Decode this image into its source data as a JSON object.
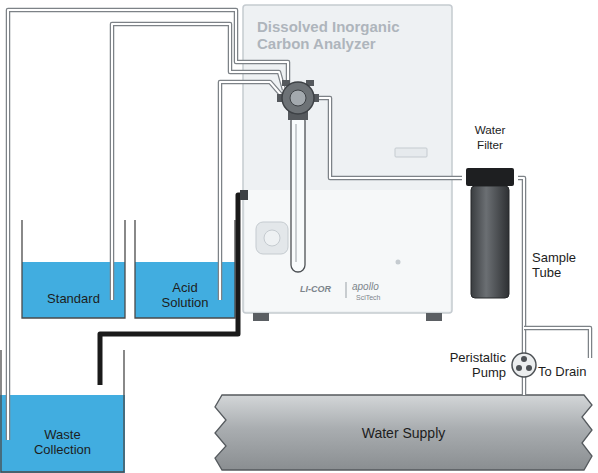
{
  "diagram": {
    "nodes": [
      {
        "text": [
          "Dissolved Inorganic Carbon Analyzer"
        ]
      },
      {
        "text": [
          "Water Filter"
        ]
      },
      {
        "text": [
          "Standard"
        ]
      },
      {
        "text": [
          "Acid Solution"
        ]
      },
      {
        "text": [
          "Peristaltic Pump"
        ]
      },
      {
        "text": [
          "Waste Collection"
        ]
      },
      {
        "text": [
          "Water Supply"
        ]
      }
    ],
    "edges": [
      {
        "from": 2,
        "to": 0,
        "arrow": "none"
      },
      {
        "from": 3,
        "to": 0,
        "arrow": "none"
      },
      {
        "from": 5,
        "to": 0,
        "arrow": "none"
      },
      {
        "from": 0,
        "to": 5,
        "arrow": "none"
      },
      {
        "from": 0,
        "to": 1,
        "arrow": "none"
      },
      {
        "from": 1,
        "to": 4,
        "arrow": "none"
      },
      {
        "from": 6,
        "to": 4,
        "arrow": "none"
      }
    ],
    "labels": [
      "Sample Tube",
      "To Drain",
      "LI-COR",
      "apollo",
      "SciTech"
    ]
  }
}
